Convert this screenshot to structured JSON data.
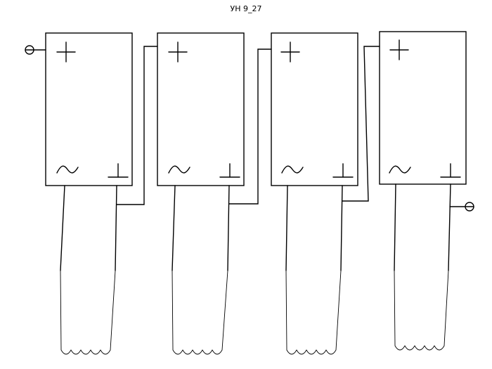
{
  "diagram": {
    "title": "УН 9_27",
    "units": [
      {
        "top_symbol": "plus",
        "bottom_left_symbol": "ac-tilde",
        "bottom_right_symbol": "ground"
      },
      {
        "top_symbol": "plus",
        "bottom_left_symbol": "ac-tilde",
        "bottom_right_symbol": "ground"
      },
      {
        "top_symbol": "plus",
        "bottom_left_symbol": "ac-tilde",
        "bottom_right_symbol": "ground"
      },
      {
        "top_symbol": "plus",
        "bottom_left_symbol": "ac-tilde",
        "bottom_right_symbol": "ground"
      }
    ],
    "terminals": [
      "input-terminal",
      "output-terminal"
    ],
    "colors": {
      "line": "#000000",
      "background": "#ffffff"
    }
  }
}
